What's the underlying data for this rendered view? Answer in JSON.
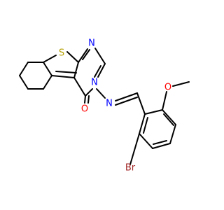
{
  "molecule": {
    "atoms": {
      "S": "S",
      "N_ring": "N",
      "N_3": "N",
      "N_imine": "N",
      "O_carbonyl": "O",
      "O_ether": "O",
      "Br": "Br"
    },
    "colors": {
      "bond": "#000000",
      "S": "#b5a000",
      "N": "#0000ff",
      "O": "#ff0000",
      "Br": "#a52a2a"
    }
  }
}
